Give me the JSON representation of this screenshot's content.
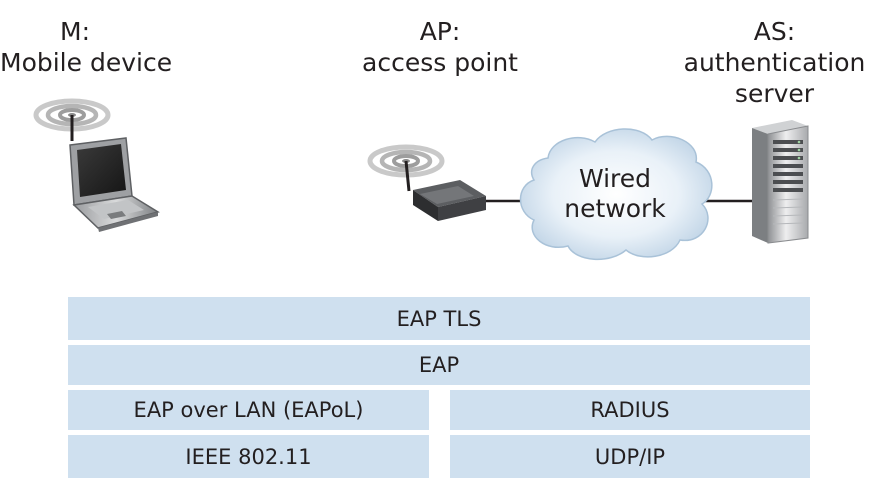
{
  "entities": {
    "mobile": {
      "abbr": "M:",
      "name": "Mobile device"
    },
    "access_point": {
      "abbr": "AP:",
      "name": "access point"
    },
    "auth_server": {
      "abbr": "AS:",
      "name_line1": "authentication",
      "name_line2": "server"
    }
  },
  "network": {
    "line1": "Wired",
    "line2": "network"
  },
  "protocol_stack": {
    "eap_tls": "EAP TLS",
    "eap": "EAP",
    "eapol": "EAP over LAN (EAPoL)",
    "radius": "RADIUS",
    "ieee": "IEEE 802.11",
    "udpip": "UDP/IP"
  },
  "colors": {
    "layer_fill": "#cfe0ef",
    "text": "#231f20",
    "link_line": "#231f20"
  },
  "icons": [
    "wireless-signal-icon",
    "laptop-icon",
    "wireless-router-icon",
    "cloud-icon",
    "server-tower-icon"
  ]
}
